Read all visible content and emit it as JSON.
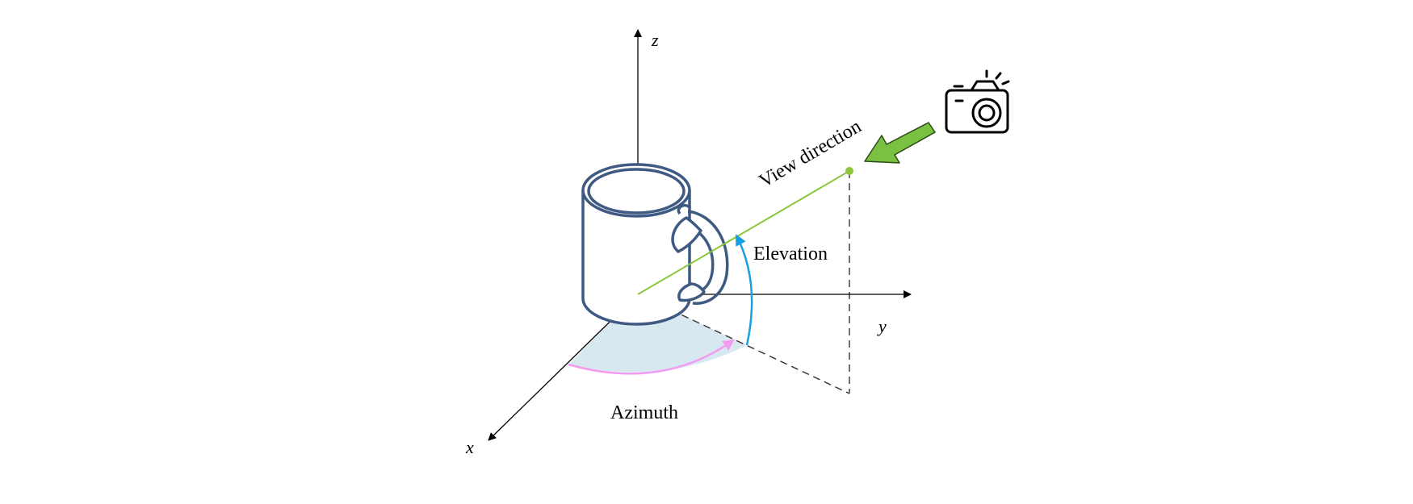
{
  "diagram": {
    "axes": {
      "x": "x",
      "y": "y",
      "z": "z"
    },
    "labels": {
      "view_direction": "View direction",
      "elevation": "Elevation",
      "azimuth": "Azimuth"
    },
    "caption": "",
    "colors": {
      "axis": "#000000",
      "mug_outline": "#3f5a82",
      "view_line": "#8cc63f",
      "elevation_arc": "#1aa0e0",
      "azimuth_arc": "#f29bf0",
      "azimuth_fill": "#d8e8f0",
      "arrow_green": "#7ac143"
    },
    "icons": [
      "camera-icon",
      "green-arrow-icon",
      "mug-icon"
    ]
  }
}
